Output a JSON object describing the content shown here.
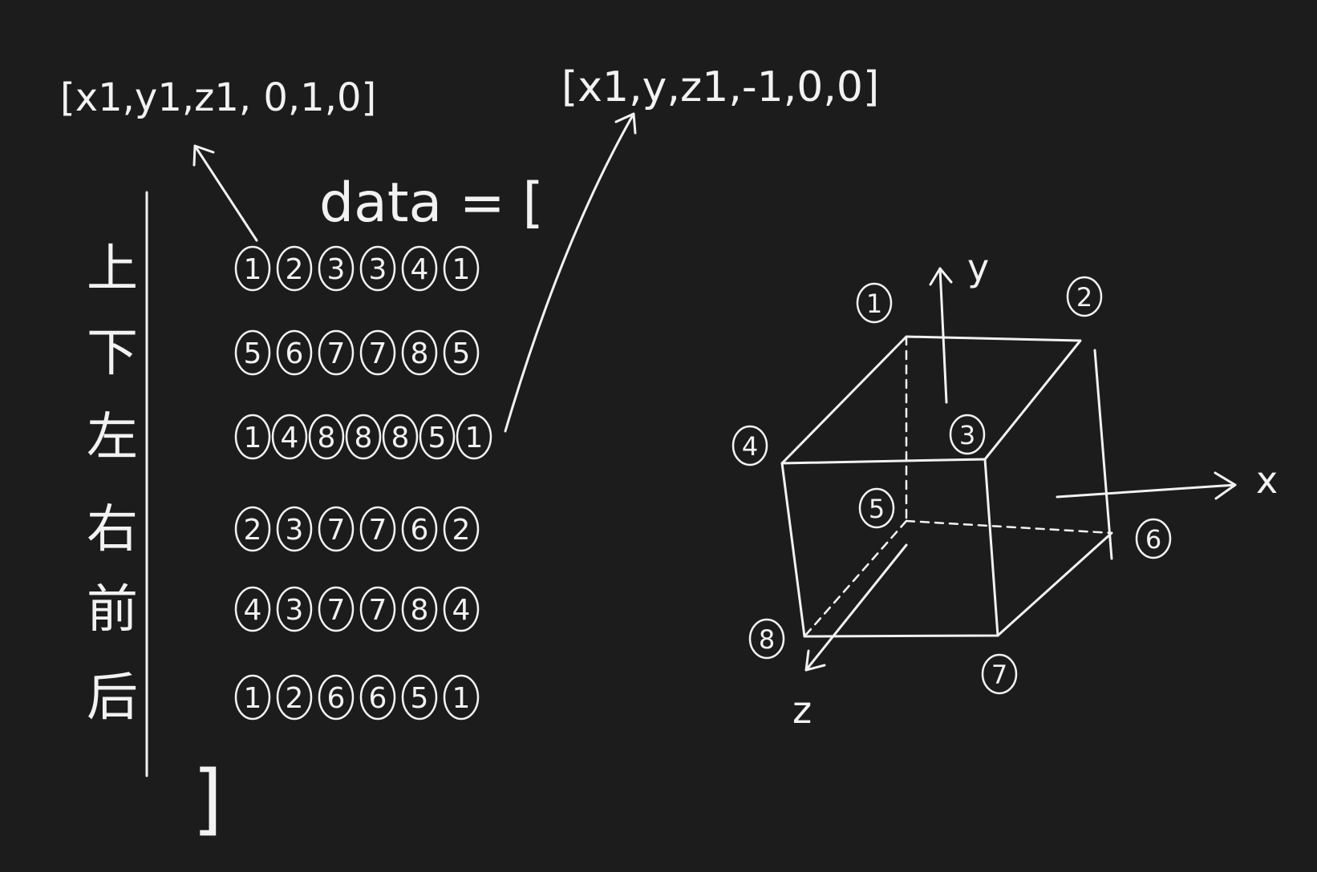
{
  "annotations": {
    "top_left": "[x1,y1,z1, 0,1,0]",
    "top_right": "[x1,y,z1,-1,0,0]",
    "data_open": "data = [",
    "data_close": "]"
  },
  "faces": [
    {
      "label": "上",
      "indices": [
        "1",
        "2",
        "3",
        "3",
        "4",
        "1"
      ]
    },
    {
      "label": "下",
      "indices": [
        "5",
        "6",
        "7",
        "7",
        "8",
        "5"
      ]
    },
    {
      "label": "左",
      "indices": [
        "1",
        "4",
        "8",
        "8",
        "8",
        "5",
        "1"
      ]
    },
    {
      "label": "右",
      "indices": [
        "2",
        "3",
        "7",
        "7",
        "6",
        "2"
      ]
    },
    {
      "label": "前",
      "indices": [
        "4",
        "3",
        "7",
        "7",
        "8",
        "4"
      ]
    },
    {
      "label": "后",
      "indices": [
        "1",
        "2",
        "6",
        "6",
        "5",
        "1"
      ]
    }
  ],
  "cube": {
    "axis_x": "x",
    "axis_y": "y",
    "axis_z": "z",
    "vertices": [
      "1",
      "2",
      "3",
      "4",
      "5",
      "6",
      "7",
      "8"
    ]
  },
  "colors": {
    "background": "#1c1c1c",
    "chalk": "#f2f2f2"
  }
}
